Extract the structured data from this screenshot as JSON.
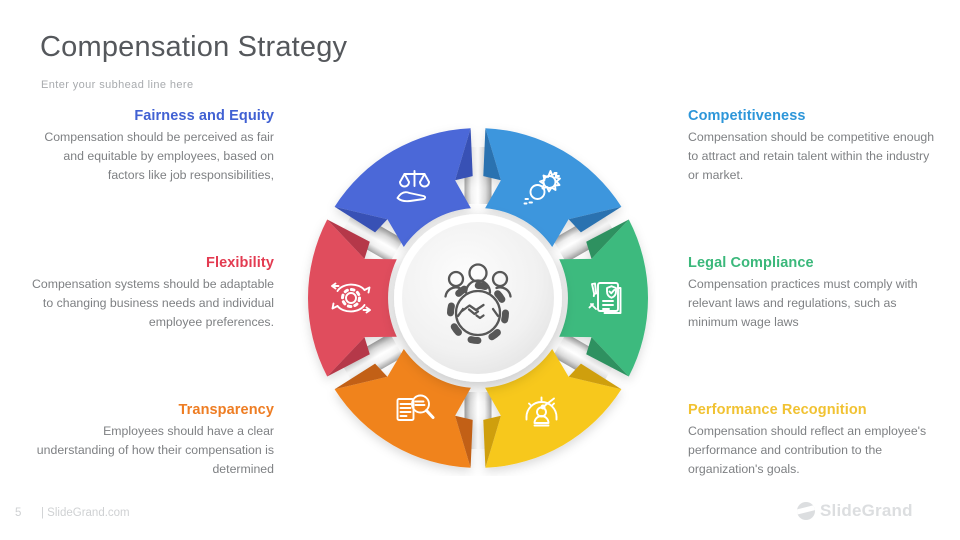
{
  "slide": {
    "title": "Compensation Strategy",
    "subhead": "Enter your subhead line here",
    "page_number": "5",
    "footer_site": "| SlideGrand.com",
    "brand": "SlideGrand"
  },
  "blocks": {
    "left": [
      {
        "title": "Fairness and Equity",
        "color": "#4161d3",
        "body": "Compensation should be perceived as fair and equitable by employees, based on factors like job responsibilities,"
      },
      {
        "title": "Flexibility",
        "color": "#e33b51",
        "body": "Compensation systems should be adaptable to changing business needs and individual employee preferences."
      },
      {
        "title": "Transparency",
        "color": "#ee7d23",
        "body": "Employees should have a clear understanding of how their compensation is determined"
      }
    ],
    "right": [
      {
        "title": "Competitiveness",
        "color": "#2d96d9",
        "body": "Compensation should be competitive enough to attract and retain talent within the industry or market."
      },
      {
        "title": "Legal Compliance",
        "color": "#3bb87b",
        "body": "Compensation practices must comply with relevant laws and regulations, such as minimum wage laws"
      },
      {
        "title": "Performance Recognition",
        "color": "#f1c232",
        "body": "Compensation should reflect an employee's performance and contribution to the organization's goals."
      }
    ]
  },
  "diagram": {
    "center_icon": "team-handshake-gear-icon",
    "center_fill": "#f1f1f1",
    "connector_color": "#e9e9e9",
    "segments": [
      {
        "label": "Fairness and Equity",
        "icon": "balance-hand-icon",
        "color": "#4b68d8",
        "dark": "#3751b5",
        "angle": 330
      },
      {
        "label": "Competitiveness",
        "icon": "competition-burst-icon",
        "color": "#3d96dd",
        "dark": "#2a72b0",
        "angle": 30
      },
      {
        "label": "Legal Compliance",
        "icon": "compliance-document-icon",
        "color": "#3eba7e",
        "dark": "#2d9160",
        "angle": 90
      },
      {
        "label": "Performance Recognition",
        "icon": "gauge-icon",
        "color": "#f7c81e",
        "dark": "#cf9f10",
        "angle": 150
      },
      {
        "label": "Transparency",
        "icon": "magnifier-document-icon",
        "color": "#f0831f",
        "dark": "#c26114",
        "angle": 210
      },
      {
        "label": "Flexibility",
        "icon": "agile-gear-icon",
        "color": "#e04d5d",
        "dark": "#b53848",
        "angle": 270
      }
    ]
  }
}
